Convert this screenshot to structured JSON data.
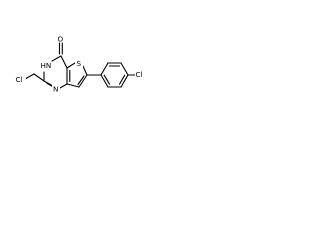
{
  "molecule": {
    "atoms": {
      "oxygen": "O",
      "nh": "HN",
      "sulfur": "S",
      "nitrogen": "N",
      "chloromethyl_cl": "Cl",
      "aryl_cl": "Cl"
    }
  },
  "colors": {
    "bond": "#000000",
    "background": "#ffffff"
  }
}
